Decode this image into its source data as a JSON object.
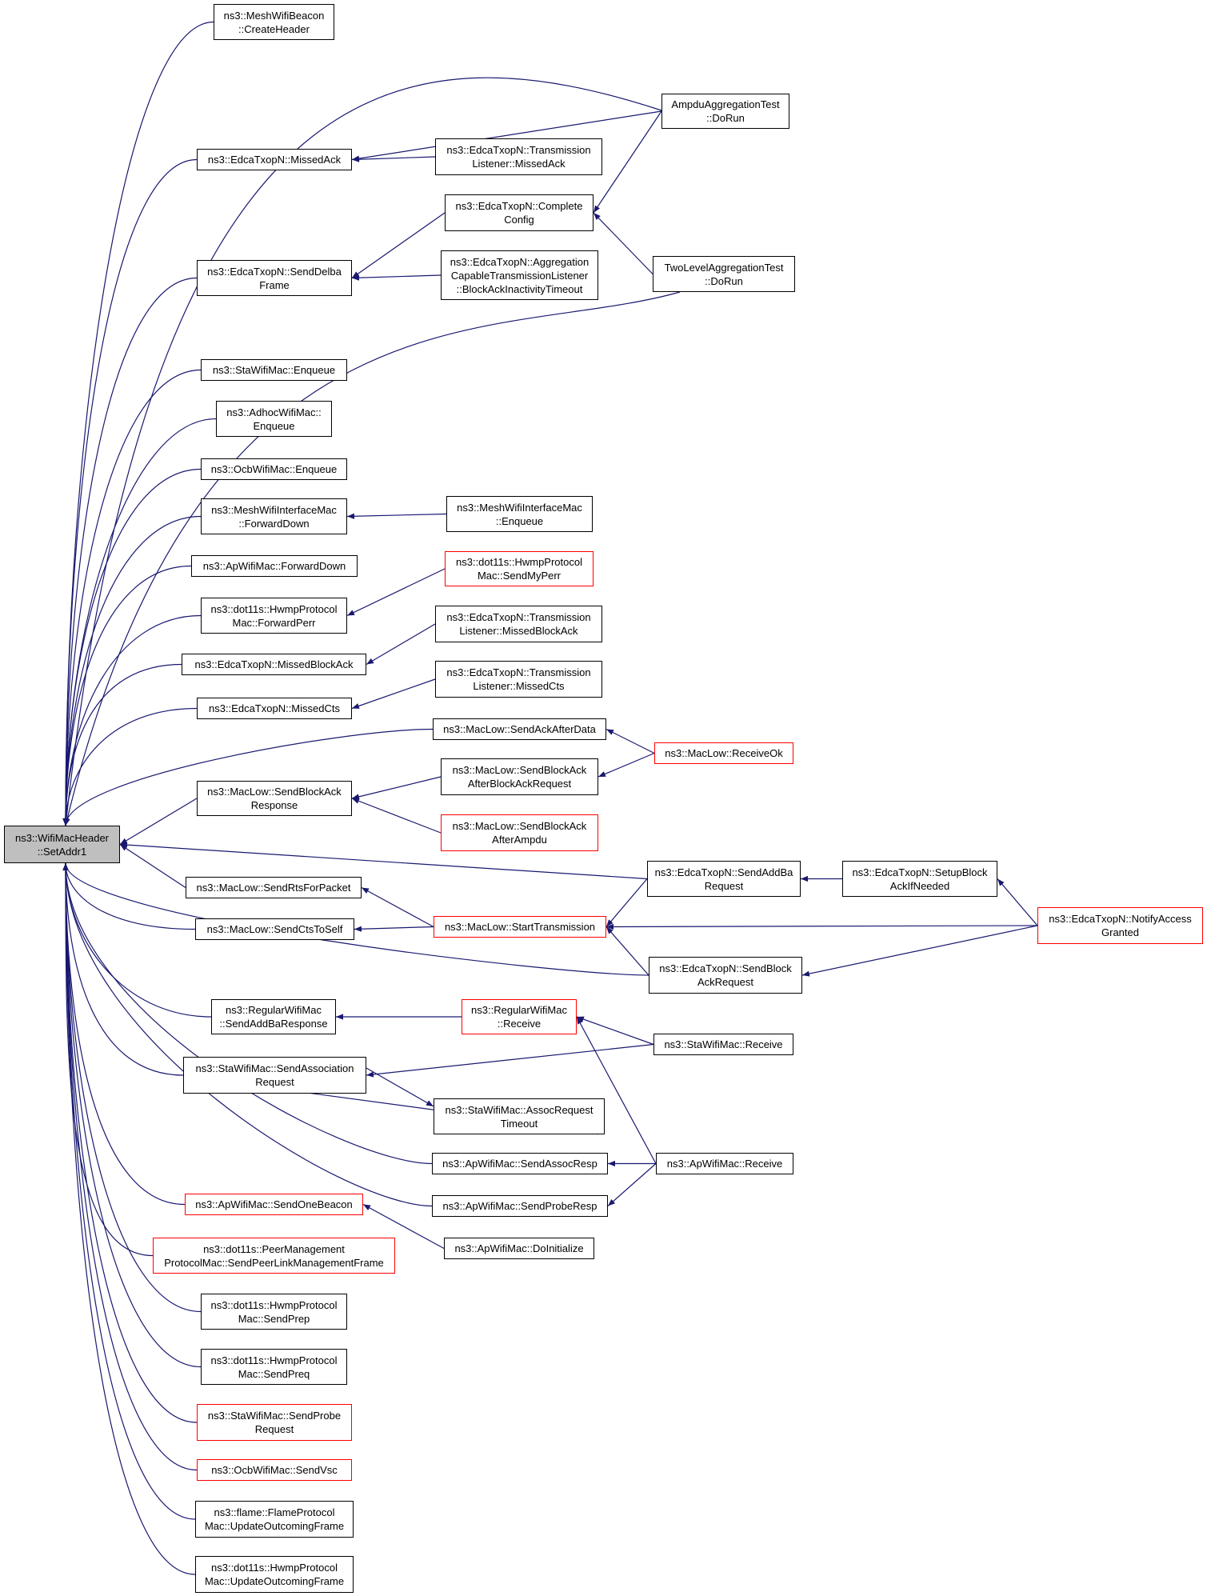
{
  "colors": {
    "edge": "#191970",
    "node_border": "#000000",
    "truncated_border": "#ff0000",
    "root_fill": "#bfbfbf"
  },
  "nodes": [
    {
      "id": "root",
      "label": "ns3::WifiMacHeader\n::SetAddr1",
      "style": "root"
    },
    {
      "id": "meshBeacon",
      "label": "ns3::MeshWifiBeacon\n::CreateHeader",
      "style": "normal"
    },
    {
      "id": "missedAck",
      "label": "ns3::EdcaTxopN::MissedAck",
      "style": "normal"
    },
    {
      "id": "ampdu",
      "label": "AmpduAggregationTest\n::DoRun",
      "style": "normal"
    },
    {
      "id": "tlMissedAck",
      "label": "ns3::EdcaTxopN::Transmission\nListener::MissedAck",
      "style": "normal"
    },
    {
      "id": "completeConfig",
      "label": "ns3::EdcaTxopN::Complete\nConfig",
      "style": "normal"
    },
    {
      "id": "sendDelba",
      "label": "ns3::EdcaTxopN::SendDelba\nFrame",
      "style": "normal"
    },
    {
      "id": "aggListener",
      "label": "ns3::EdcaTxopN::Aggregation\nCapableTransmissionListener\n::BlockAckInactivityTimeout",
      "style": "normal"
    },
    {
      "id": "twoLevel",
      "label": "TwoLevelAggregationTest\n::DoRun",
      "style": "normal"
    },
    {
      "id": "staEnqueue",
      "label": "ns3::StaWifiMac::Enqueue",
      "style": "normal"
    },
    {
      "id": "adhocEnqueue",
      "label": "ns3::AdhocWifiMac::\nEnqueue",
      "style": "normal"
    },
    {
      "id": "ocbEnqueue",
      "label": "ns3::OcbWifiMac::Enqueue",
      "style": "normal"
    },
    {
      "id": "meshFwdDown",
      "label": "ns3::MeshWifiInterfaceMac\n::ForwardDown",
      "style": "normal"
    },
    {
      "id": "meshEnqueue",
      "label": "ns3::MeshWifiInterfaceMac\n::Enqueue",
      "style": "normal"
    },
    {
      "id": "apFwdDown",
      "label": "ns3::ApWifiMac::ForwardDown",
      "style": "normal"
    },
    {
      "id": "hwmpFwdPerr",
      "label": "ns3::dot11s::HwmpProtocol\nMac::ForwardPerr",
      "style": "normal"
    },
    {
      "id": "hwmpSendMyPerr",
      "label": "ns3::dot11s::HwmpProtocol\nMac::SendMyPerr",
      "style": "red"
    },
    {
      "id": "missedBlockAck",
      "label": "ns3::EdcaTxopN::MissedBlockAck",
      "style": "normal"
    },
    {
      "id": "tlMissedBlockAck",
      "label": "ns3::EdcaTxopN::Transmission\nListener::MissedBlockAck",
      "style": "normal"
    },
    {
      "id": "missedCts",
      "label": "ns3::EdcaTxopN::MissedCts",
      "style": "normal"
    },
    {
      "id": "tlMissedCts",
      "label": "ns3::EdcaTxopN::Transmission\nListener::MissedCts",
      "style": "normal"
    },
    {
      "id": "sendAckAfterData",
      "label": "ns3::MacLow::SendAckAfterData",
      "style": "normal"
    },
    {
      "id": "receiveOk",
      "label": "ns3::MacLow::ReceiveOk",
      "style": "red"
    },
    {
      "id": "sendBlockAckResp",
      "label": "ns3::MacLow::SendBlockAck\nResponse",
      "style": "normal"
    },
    {
      "id": "sendBlockAckAfterReq",
      "label": "ns3::MacLow::SendBlockAck\nAfterBlockAckRequest",
      "style": "normal"
    },
    {
      "id": "sendBlockAckAfterAmpdu",
      "label": "ns3::MacLow::SendBlockAck\nAfterAmpdu",
      "style": "red"
    },
    {
      "id": "sendAddBaReq",
      "label": "ns3::EdcaTxopN::SendAddBa\nRequest",
      "style": "normal"
    },
    {
      "id": "setupBlockAck",
      "label": "ns3::EdcaTxopN::SetupBlock\nAckIfNeeded",
      "style": "normal"
    },
    {
      "id": "notifyAccess",
      "label": "ns3::EdcaTxopN::NotifyAccess\nGranted",
      "style": "red"
    },
    {
      "id": "sendRtsForPacket",
      "label": "ns3::MacLow::SendRtsForPacket",
      "style": "normal"
    },
    {
      "id": "sendCtsToSelf",
      "label": "ns3::MacLow::SendCtsToSelf",
      "style": "normal"
    },
    {
      "id": "startTransmission",
      "label": "ns3::MacLow::StartTransmission",
      "style": "red"
    },
    {
      "id": "sendBlockAckReq",
      "label": "ns3::EdcaTxopN::SendBlock\nAckRequest",
      "style": "normal"
    },
    {
      "id": "sendAddBaResp",
      "label": "ns3::RegularWifiMac\n::SendAddBaResponse",
      "style": "normal"
    },
    {
      "id": "regularReceive",
      "label": "ns3::RegularWifiMac\n::Receive",
      "style": "red"
    },
    {
      "id": "staReceive",
      "label": "ns3::StaWifiMac::Receive",
      "style": "normal"
    },
    {
      "id": "sendAssocReq",
      "label": "ns3::StaWifiMac::SendAssociation\nRequest",
      "style": "normal"
    },
    {
      "id": "assocTimeout",
      "label": "ns3::StaWifiMac::AssocRequest\nTimeout",
      "style": "normal"
    },
    {
      "id": "sendAssocResp",
      "label": "ns3::ApWifiMac::SendAssocResp",
      "style": "normal"
    },
    {
      "id": "apReceive",
      "label": "ns3::ApWifiMac::Receive",
      "style": "normal"
    },
    {
      "id": "sendProbeResp",
      "label": "ns3::ApWifiMac::SendProbeResp",
      "style": "normal"
    },
    {
      "id": "sendOneBeacon",
      "label": "ns3::ApWifiMac::SendOneBeacon",
      "style": "red"
    },
    {
      "id": "doInitialize",
      "label": "ns3::ApWifiMac::DoInitialize",
      "style": "normal"
    },
    {
      "id": "peerMgmt",
      "label": "ns3::dot11s::PeerManagement\nProtocolMac::SendPeerLinkManagementFrame",
      "style": "red"
    },
    {
      "id": "hwmpSendPrep",
      "label": "ns3::dot11s::HwmpProtocol\nMac::SendPrep",
      "style": "normal"
    },
    {
      "id": "hwmpSendPreq",
      "label": "ns3::dot11s::HwmpProtocol\nMac::SendPreq",
      "style": "normal"
    },
    {
      "id": "staSendProbeReq",
      "label": "ns3::StaWifiMac::SendProbe\nRequest",
      "style": "red"
    },
    {
      "id": "ocbSendVsc",
      "label": "ns3::OcbWifiMac::SendVsc",
      "style": "red"
    },
    {
      "id": "flameUpdate",
      "label": "ns3::flame::FlameProtocol\nMac::UpdateOutcomingFrame",
      "style": "normal"
    },
    {
      "id": "hwmpUpdate",
      "label": "ns3::dot11s::HwmpProtocol\nMac::UpdateOutcomingFrame",
      "style": "normal"
    }
  ],
  "edges": [
    [
      "meshBeacon",
      "root"
    ],
    [
      "missedAck",
      "root"
    ],
    [
      "ampdu",
      "root"
    ],
    [
      "sendDelba",
      "root"
    ],
    [
      "twoLevel",
      "root"
    ],
    [
      "staEnqueue",
      "root"
    ],
    [
      "adhocEnqueue",
      "root"
    ],
    [
      "ocbEnqueue",
      "root"
    ],
    [
      "meshFwdDown",
      "root"
    ],
    [
      "apFwdDown",
      "root"
    ],
    [
      "hwmpFwdPerr",
      "root"
    ],
    [
      "missedBlockAck",
      "root"
    ],
    [
      "missedCts",
      "root"
    ],
    [
      "sendAckAfterData",
      "root"
    ],
    [
      "sendBlockAckResp",
      "root"
    ],
    [
      "sendAddBaReq",
      "root"
    ],
    [
      "sendRtsForPacket",
      "root"
    ],
    [
      "sendCtsToSelf",
      "root"
    ],
    [
      "sendBlockAckReq",
      "root"
    ],
    [
      "sendAddBaResp",
      "root"
    ],
    [
      "sendAssocReq",
      "root"
    ],
    [
      "sendAssocResp",
      "root"
    ],
    [
      "sendProbeResp",
      "root"
    ],
    [
      "sendOneBeacon",
      "root"
    ],
    [
      "peerMgmt",
      "root"
    ],
    [
      "hwmpSendPrep",
      "root"
    ],
    [
      "hwmpSendPreq",
      "root"
    ],
    [
      "staSendProbeReq",
      "root"
    ],
    [
      "ocbSendVsc",
      "root"
    ],
    [
      "flameUpdate",
      "root"
    ],
    [
      "hwmpUpdate",
      "root"
    ],
    [
      "ampdu",
      "missedAck"
    ],
    [
      "tlMissedAck",
      "missedAck"
    ],
    [
      "completeConfig",
      "sendDelba"
    ],
    [
      "aggListener",
      "sendDelba"
    ],
    [
      "ampdu",
      "completeConfig"
    ],
    [
      "twoLevel",
      "completeConfig"
    ],
    [
      "meshEnqueue",
      "meshFwdDown"
    ],
    [
      "hwmpSendMyPerr",
      "hwmpFwdPerr"
    ],
    [
      "tlMissedBlockAck",
      "missedBlockAck"
    ],
    [
      "tlMissedCts",
      "missedCts"
    ],
    [
      "receiveOk",
      "sendAckAfterData"
    ],
    [
      "sendBlockAckAfterReq",
      "sendBlockAckResp"
    ],
    [
      "sendBlockAckAfterAmpdu",
      "sendBlockAckResp"
    ],
    [
      "receiveOk",
      "sendBlockAckAfterReq"
    ],
    [
      "setupBlockAck",
      "sendAddBaReq"
    ],
    [
      "notifyAccess",
      "setupBlockAck"
    ],
    [
      "startTransmission",
      "sendRtsForPacket"
    ],
    [
      "startTransmission",
      "sendCtsToSelf"
    ],
    [
      "sendAddBaReq",
      "startTransmission"
    ],
    [
      "notifyAccess",
      "startTransmission"
    ],
    [
      "sendBlockAckReq",
      "startTransmission"
    ],
    [
      "notifyAccess",
      "sendBlockAckReq"
    ],
    [
      "regularReceive",
      "sendAddBaResp"
    ],
    [
      "staReceive",
      "regularReceive"
    ],
    [
      "apReceive",
      "regularReceive"
    ],
    [
      "staReceive",
      "sendAssocReq"
    ],
    [
      "assocTimeout",
      "sendAssocReq"
    ],
    [
      "sendAssocReq",
      "assocTimeout"
    ],
    [
      "apReceive",
      "sendAssocResp"
    ],
    [
      "apReceive",
      "sendProbeResp"
    ],
    [
      "doInitialize",
      "sendOneBeacon"
    ]
  ]
}
